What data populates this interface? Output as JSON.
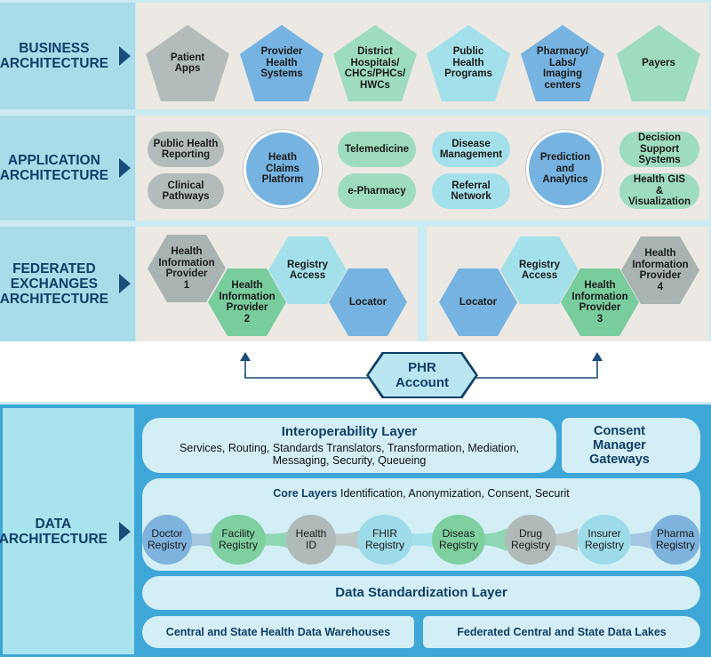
{
  "rows": {
    "business": "BUSINESS\nARCHITECTURE",
    "application": "APPLICATION\nARCHITECTURE",
    "federated": "FEDERATED\nEXCHANGES\nARCHITECTURE",
    "data": "DATA\nARCHITECTURE"
  },
  "business": {
    "items": [
      "Patient\nApps",
      "Provider\nHealth\nSystems",
      "District\nHospitals/\nCHCs/PHCs/\nHWCs",
      "Public\nHealth\nPrograms",
      "Pharmacy/\nLabs/\nImaging\ncenters",
      "Payers"
    ]
  },
  "application": {
    "public_health_reporting": "Public Health\nReporting",
    "clinical_pathways": "Clinical\nPathways",
    "health_claims_platform": "Heath\nClaims\nPlatform",
    "telemedicine": "Telemedicine",
    "e_pharmacy": "e-Pharmacy",
    "disease_management": "Disease\nManagement",
    "referral_network": "Referral\nNetwork",
    "prediction_analytics": "Prediction\nand\nAnalytics",
    "decision_support": "Decision\nSupport\nSystems",
    "health_gis": "Health GIS\n&\nVisualization"
  },
  "federated": {
    "left": {
      "hip1": "Health\nInformation\nProvider\n1",
      "hip2": "Health\nInformation\nProvider\n2",
      "registry_access": "Registry\nAccess",
      "locator": "Locator"
    },
    "right": {
      "registry_access": "Registry\nAccess",
      "locator": "Locator",
      "hip3": "Health\nInformation\nProvider\n3",
      "hip4": "Health\nInformation\nProvider\n4"
    },
    "phr_account": "PHR\nAccount"
  },
  "data": {
    "interop_title": "Interoperability Layer",
    "interop_desc": "Services, Routing, Standards Translators, Transformation, Mediation,\nMessaging, Security, Queueing",
    "consent_manager": "Consent\nManager\nGateways",
    "core_title": "Core Layers",
    "core_desc": "Identification, Anonymization, Consent, Securit",
    "registries": [
      "Doctor\nRegistry",
      "Facility\nRegistry",
      "Health\nID",
      "FHIR\nRegistry",
      "Diseas\nRegistry",
      "Drug\nRegistry",
      "Insurer\nRegistry",
      "Pharma\nRegistry"
    ],
    "standardization": "Data Standardization Layer",
    "warehouses": "Central and State Health Data Warehouses",
    "data_lakes": "Federated Central and State Data Lakes"
  }
}
